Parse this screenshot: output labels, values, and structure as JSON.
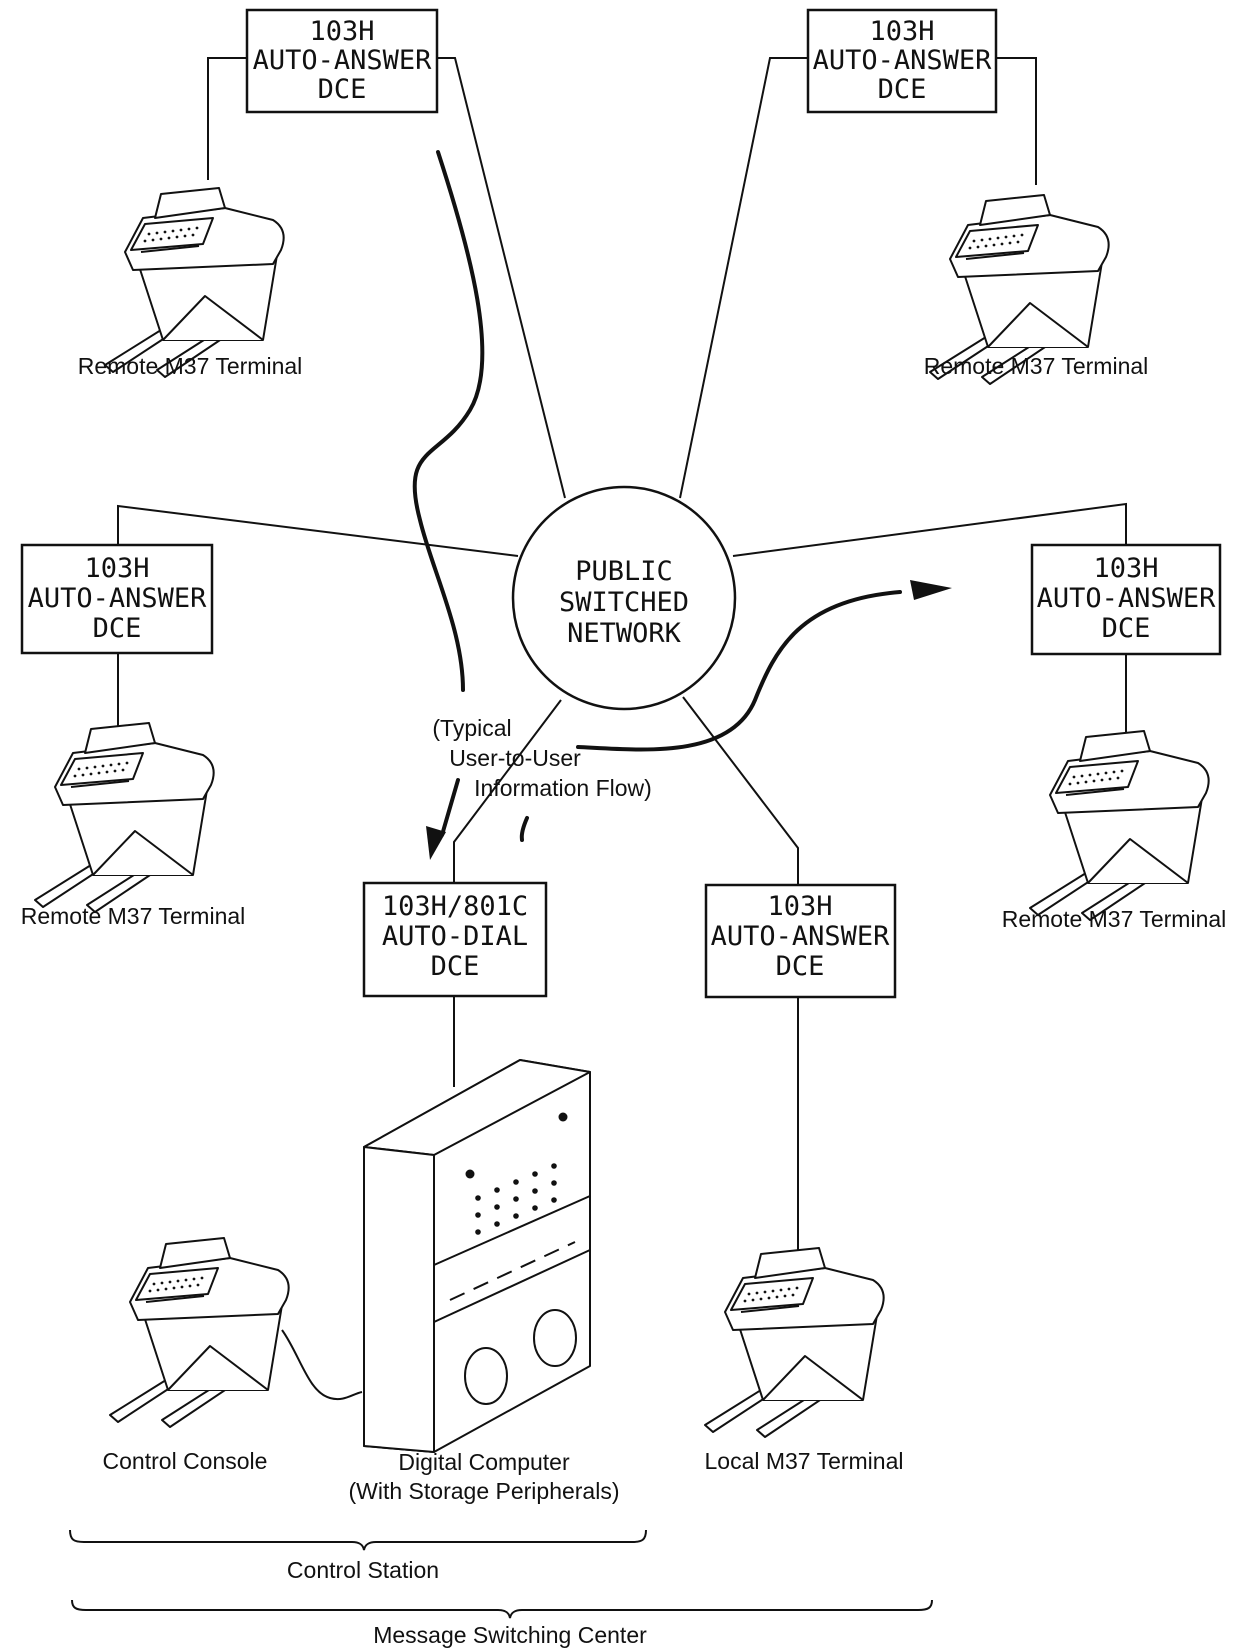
{
  "dce_boxes": {
    "top_left": {
      "lines": [
        "103H",
        "AUTO-ANSWER",
        "DCE"
      ]
    },
    "top_right": {
      "lines": [
        "103H",
        "AUTO-ANSWER",
        "DCE"
      ]
    },
    "mid_left": {
      "lines": [
        "103H",
        "AUTO-ANSWER",
        "DCE"
      ]
    },
    "mid_right": {
      "lines": [
        "103H",
        "AUTO-ANSWER",
        "DCE"
      ]
    },
    "auto_dial": {
      "lines": [
        "103H/801C",
        "AUTO-DIAL",
        "DCE"
      ]
    },
    "local": {
      "lines": [
        "103H",
        "AUTO-ANSWER",
        "DCE"
      ]
    }
  },
  "network": {
    "lines": [
      "PUBLIC",
      "SWITCHED",
      "NETWORK"
    ]
  },
  "terminals": {
    "top_left": "Remote M37 Terminal",
    "top_right": "Remote M37 Terminal",
    "mid_left": "Remote M37 Terminal",
    "mid_right": "Remote M37 Terminal",
    "control_console": "Control Console",
    "local": "Local M37 Terminal"
  },
  "computer": {
    "lines": [
      "Digital Computer",
      "(With Storage Peripherals)"
    ]
  },
  "flow_annotation": {
    "lines": [
      "(Typical",
      "User-to-User",
      "Information Flow)"
    ]
  },
  "brackets": {
    "control_station": "Control Station",
    "message_switching_center": "Message Switching Center"
  }
}
